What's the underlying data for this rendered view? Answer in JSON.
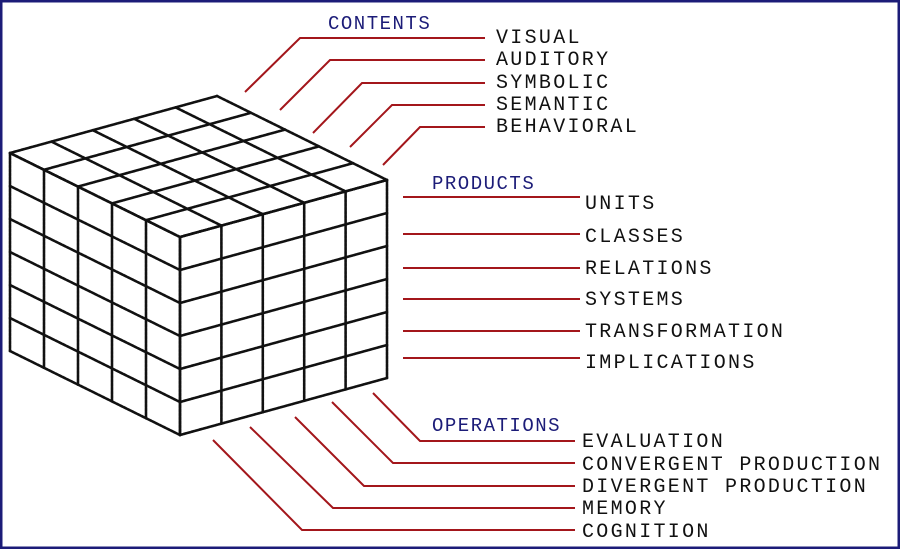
{
  "contents": {
    "title": "CONTENTS",
    "items": [
      "VISUAL",
      "AUDITORY",
      "SYMBOLIC",
      "SEMANTIC",
      "BEHAVIORAL"
    ]
  },
  "products": {
    "title": "PRODUCTS",
    "items": [
      "UNITS",
      "CLASSES",
      "RELATIONS",
      "SYSTEMS",
      "TRANSFORMATION",
      "IMPLICATIONS"
    ]
  },
  "operations": {
    "title": "OPERATIONS",
    "items": [
      "EVALUATION",
      "CONVERGENT PRODUCTION",
      "DIVERGENT PRODUCTION",
      "MEMORY",
      "COGNITION"
    ]
  },
  "colors": {
    "border": "#1c1c78",
    "leader": "#a3161b",
    "title": "#1c1c78",
    "grid": "#111111"
  }
}
